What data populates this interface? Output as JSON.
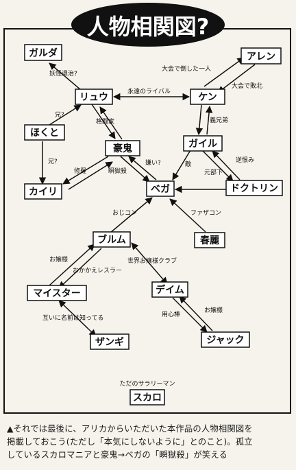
{
  "title": "人物相関図?",
  "nodes": {
    "galda": "ガルダ",
    "allen": "アレン",
    "ryu": "リュウ",
    "ken": "ケン",
    "hokuto": "ほくと",
    "gouki": "豪鬼",
    "guile": "ガイル",
    "kairi": "カイリ",
    "vega": "ベガ",
    "doctrine": "ドクトリン",
    "chunli": "春麗",
    "blum": "ブルム",
    "meister": "マイスター",
    "deim": "デイム",
    "zangi": "ザンギ",
    "jack": "ジャック",
    "scaro": "スカロ"
  },
  "labels": {
    "youkai": "妖怪退治?",
    "taikai_taoshita": "大会で倒した一人",
    "taikai_haiboku": "大会で敗北",
    "eien": "永遠のライバル",
    "ani1": "兄?",
    "kakutouka": "格闘家",
    "gikyoudai": "義兄弟",
    "ani2": "兄?",
    "shura": "修羅",
    "kirai": "嫌い?",
    "shungokusatsu": "瞬獄殺",
    "teki": "敵",
    "motobuka": "元部下",
    "sakaurami": "逆恨み",
    "ojicon": "おじコン",
    "fathercon": "ファザコン",
    "ojousama1": "お嬢様",
    "okakae": "おかかえレスラー",
    "sekai": "世界お嬢様クラブ",
    "tagaini": "互いに名前は知ってる",
    "youjinbou": "用心棒",
    "ojousama2": "お嬢様",
    "salaryman": "ただのサラリーマン"
  },
  "caption": [
    "▲それでは最後に、アリカからいただいた本作品の人物相関図を",
    "掲載しておこう(ただし「本気にしないように」とのこと)。孤立",
    "しているスカロマニアと豪鬼→ベガの「瞬獄殺」が笑える"
  ]
}
